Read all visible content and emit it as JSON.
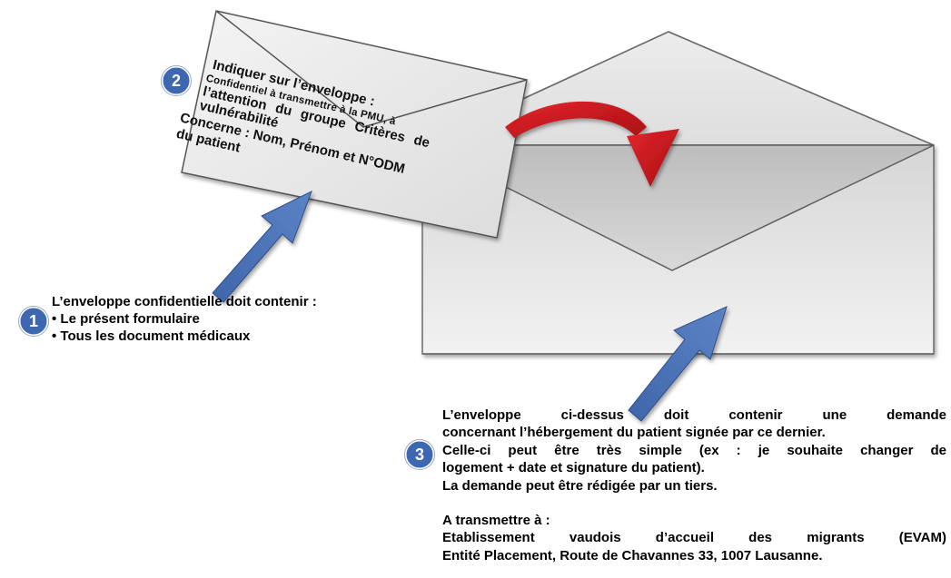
{
  "envelope_label": {
    "line1": "Indiquer sur l’enveloppe :",
    "line2": "Confidentiel à transmettre à la PMU, à",
    "line3": "l’attention du groupe Critères de",
    "line4": "vulnérabilité",
    "line5": "Concerne : Nom, Prénom et N°ODM",
    "line6": "du patient"
  },
  "step1": {
    "number": "1",
    "heading": "L’enveloppe confidentielle doit contenir :",
    "items": [
      "• Le présent formulaire",
      "• Tous les document médicaux"
    ]
  },
  "step2": {
    "number": "2"
  },
  "step3": {
    "number": "3",
    "lines": [
      "L’enveloppe ci-dessus doit contenir une demande",
      "concernant l’hébergement du patient signée par ce dernier.",
      "Celle-ci peut être très simple (ex : je souhaite changer de",
      "logement + date et signature du patient).",
      "La demande peut être rédigée par un tiers.",
      "A transmettre à :",
      "Etablissement vaudois d’accueil des migrants (EVAM)",
      "Entité Placement, Route de Chavannes 33, 1007 Lausanne."
    ]
  },
  "colors": {
    "badge_blue": "#3d67b1",
    "arrow_blue": "#4a72b5",
    "curved_arrow_red": "#c0151b",
    "envelope_grey": "#d9d9d9"
  }
}
